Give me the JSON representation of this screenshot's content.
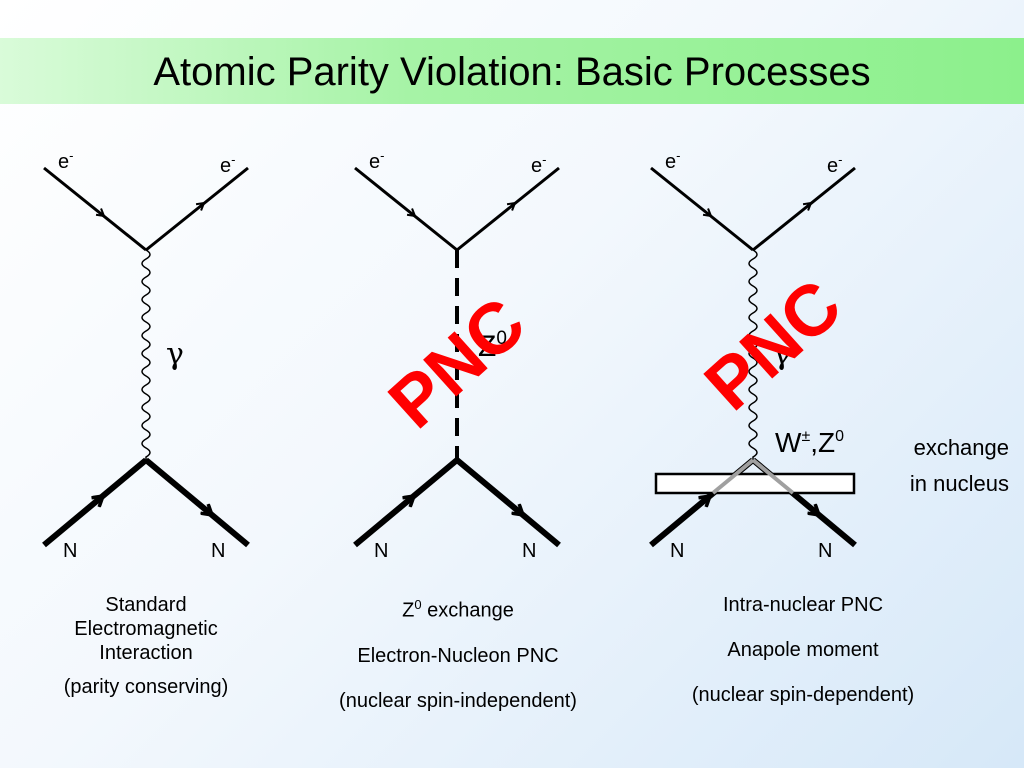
{
  "title": "Atomic Parity Violation: Basic Processes",
  "labels": {
    "electron": "e",
    "electron_sup": "-",
    "nucleon": "N",
    "photon": "γ",
    "z_boson": "Z",
    "z_boson_sup": "0",
    "pnc": "PNC",
    "w": "W",
    "w_sup": "±",
    "z_comma": ",Z",
    "z_sup": "0",
    "exchange": "exchange",
    "in_nucleus": "in nucleus"
  },
  "captions": {
    "standard": {
      "line1": "Standard",
      "line2": "Electromagnetic",
      "line3": "Interaction",
      "line4": "(parity conserving)"
    },
    "z_exchange": {
      "line1_main": "Z",
      "line1_sup": "0",
      "line1_rest": " exchange",
      "line2": "Electron-Nucleon PNC",
      "line3": "(nuclear spin-independent)"
    },
    "intra": {
      "line1": "Intra-nuclear PNC",
      "line2": "Anapole moment",
      "line3": "(nuclear spin-dependent)"
    }
  },
  "colors": {
    "pnc": "#ff0000",
    "line": "#000000",
    "title_bar": "#8cf08c",
    "nucleus_link": "#a0a0a0"
  }
}
